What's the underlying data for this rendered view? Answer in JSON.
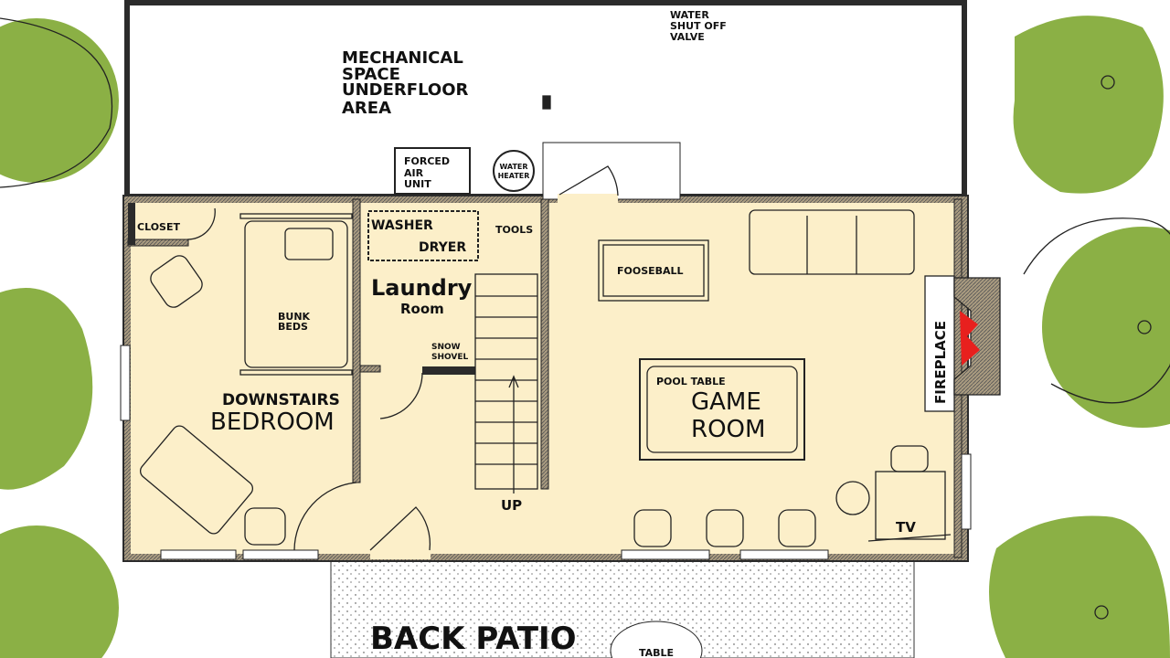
{
  "title": "Downstairs floor plan",
  "colors": {
    "floor": "#fcefc9",
    "tree": "#8bb045",
    "wall": "#2b2b2b",
    "fire": "#e8201e"
  },
  "mechanical": {
    "lines": [
      "MECHANICAL",
      "SPACE",
      "UNDERFLOOR",
      "AREA"
    ],
    "water_valve": [
      "WATER",
      "SHUT OFF",
      "VALVE"
    ],
    "forced_air": [
      "FORCED",
      "AIR",
      "UNIT"
    ],
    "water_heater": [
      "WATER",
      "HEATER"
    ]
  },
  "bedroom": {
    "line1": "DOWNSTAIRS",
    "line2": "BEDROOM",
    "closet": "CLOSET",
    "bunk": [
      "BUNK",
      "BEDS"
    ]
  },
  "laundry": {
    "line1": "Laundry",
    "line2": "Room",
    "washer": "WASHER",
    "dryer": "DRYER",
    "snow": [
      "SNOW",
      "SHOVEL"
    ],
    "tools": "TOOLS"
  },
  "stairs": {
    "up": "UP"
  },
  "game_room": {
    "line1": "GAME",
    "line2": "ROOM",
    "pool": "POOL TABLE",
    "fooseball": "FOOSEBALL",
    "fireplace": "FIREPLACE",
    "tv": "TV"
  },
  "patio": {
    "label": "BACK PATIO",
    "table": "TABLE"
  }
}
